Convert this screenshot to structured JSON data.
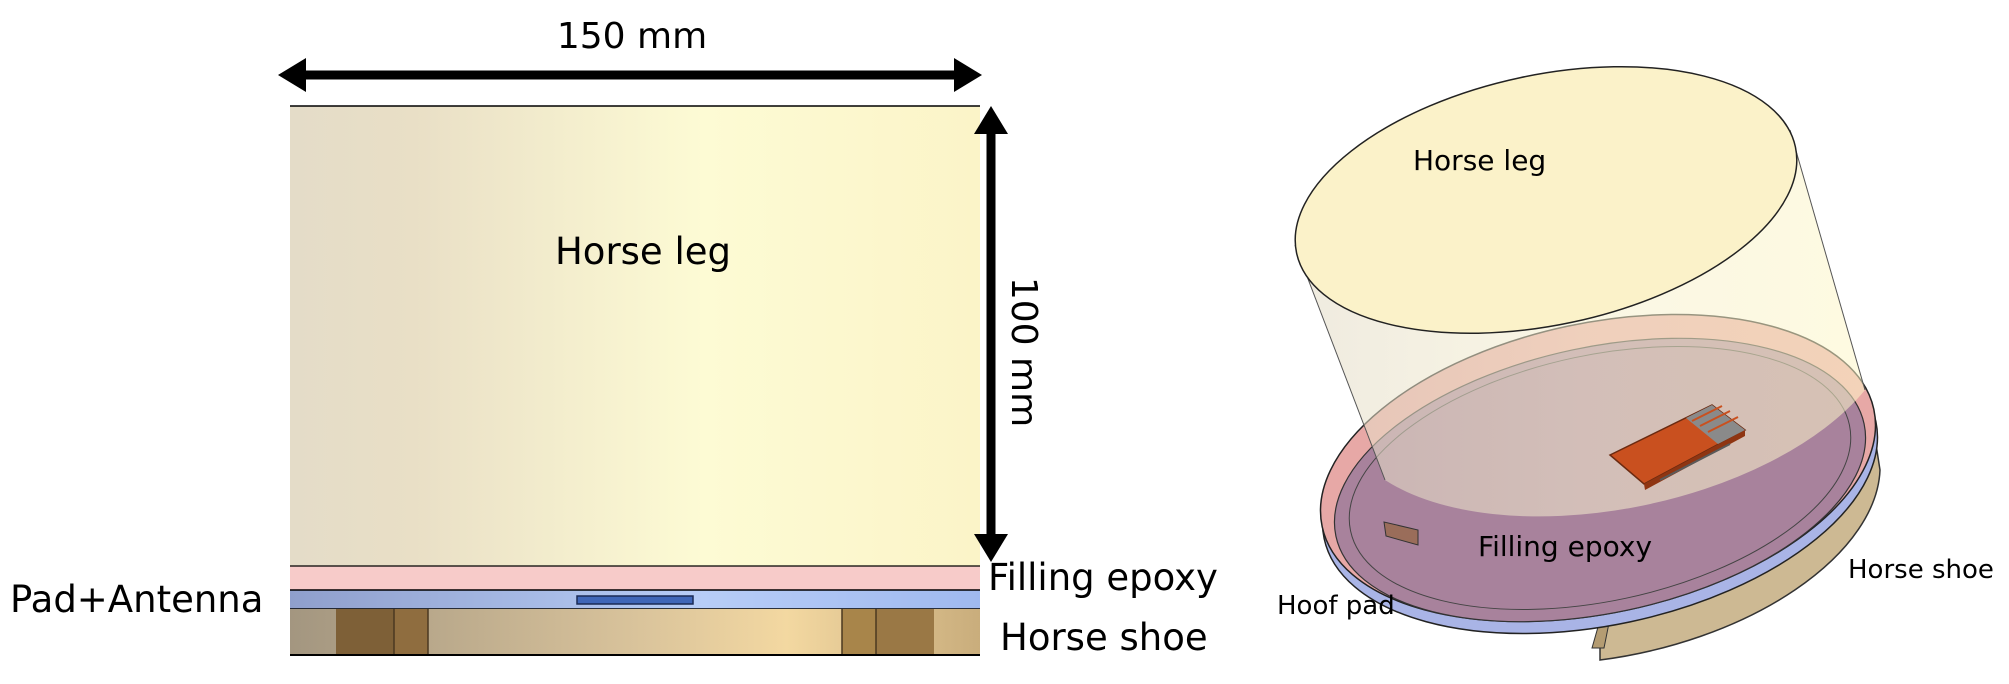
{
  "cross_section": {
    "width_label": "150 mm",
    "height_label": "100 mm",
    "horse_leg_label": "Horse leg",
    "filling_epoxy_label": "Filling epoxy",
    "pad_antenna_label": "Pad+Antenna",
    "horse_shoe_label": "Horse shoe"
  },
  "isometric": {
    "horse_leg_label": "Horse leg",
    "filling_epoxy_label": "Filling epoxy",
    "hoof_pad_label": "Hoof pad",
    "horse_shoe_label": "Horse shoe"
  },
  "colors": {
    "horse_leg": "#fdf8d2",
    "horse_leg_shade": "#e6ddc8",
    "filling_epoxy": "#f6c8c6",
    "hoof_pad": "#9fb3ee",
    "horse_shoe": "#d8bf93",
    "horse_shoe_dark": "#8b6c3f",
    "antenna": "#c9501f",
    "outline": "#000000"
  }
}
